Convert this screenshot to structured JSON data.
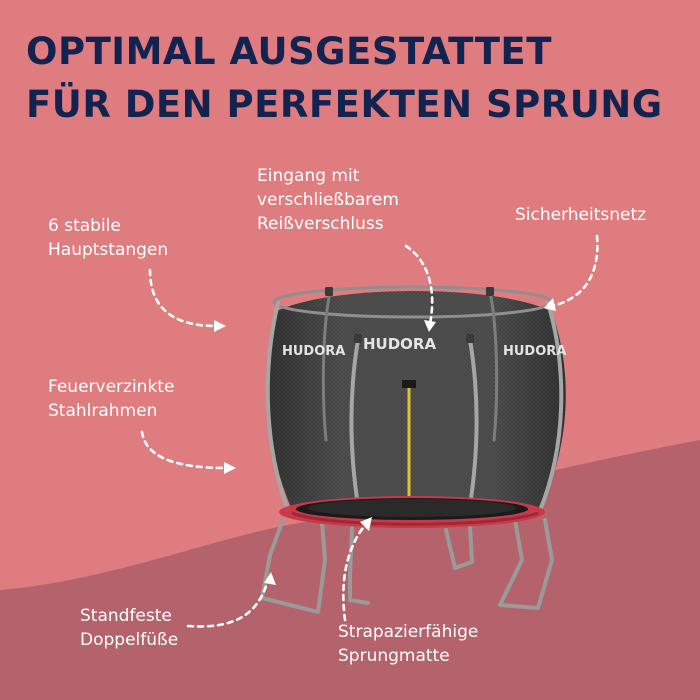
{
  "headline": {
    "line1": "OPTIMAL AUSGESTATTET",
    "line2": "FÜR DEN PERFEKTEN SPRUNG"
  },
  "callouts": {
    "entrance": {
      "line1": "Eingang mit",
      "line2": "verschließbarem",
      "line3": "Reißverschluss"
    },
    "poles": {
      "line1": "6 stabile",
      "line2": "Hauptstangen"
    },
    "net": {
      "line1": "Sicherheitsnetz"
    },
    "frame": {
      "line1": "Feuerverzinkte",
      "line2": "Stahlrahmen"
    },
    "feet": {
      "line1": "Standfeste",
      "line2": "Doppelfüße"
    },
    "mat": {
      "line1": "Strapazierfähige",
      "line2": "Sprungmatte"
    }
  },
  "product": {
    "brand_net_left": "HUDORA",
    "brand_net_center": "HUDORA",
    "brand_net_right": "HUDORA"
  },
  "colors": {
    "background": "#df7c80",
    "hill": "#b4636c",
    "headline": "#13234f",
    "label": "#ffffff",
    "pad": "#c8394a"
  },
  "icons": {
    "arrow": "dashed-curved-arrow-icon"
  }
}
